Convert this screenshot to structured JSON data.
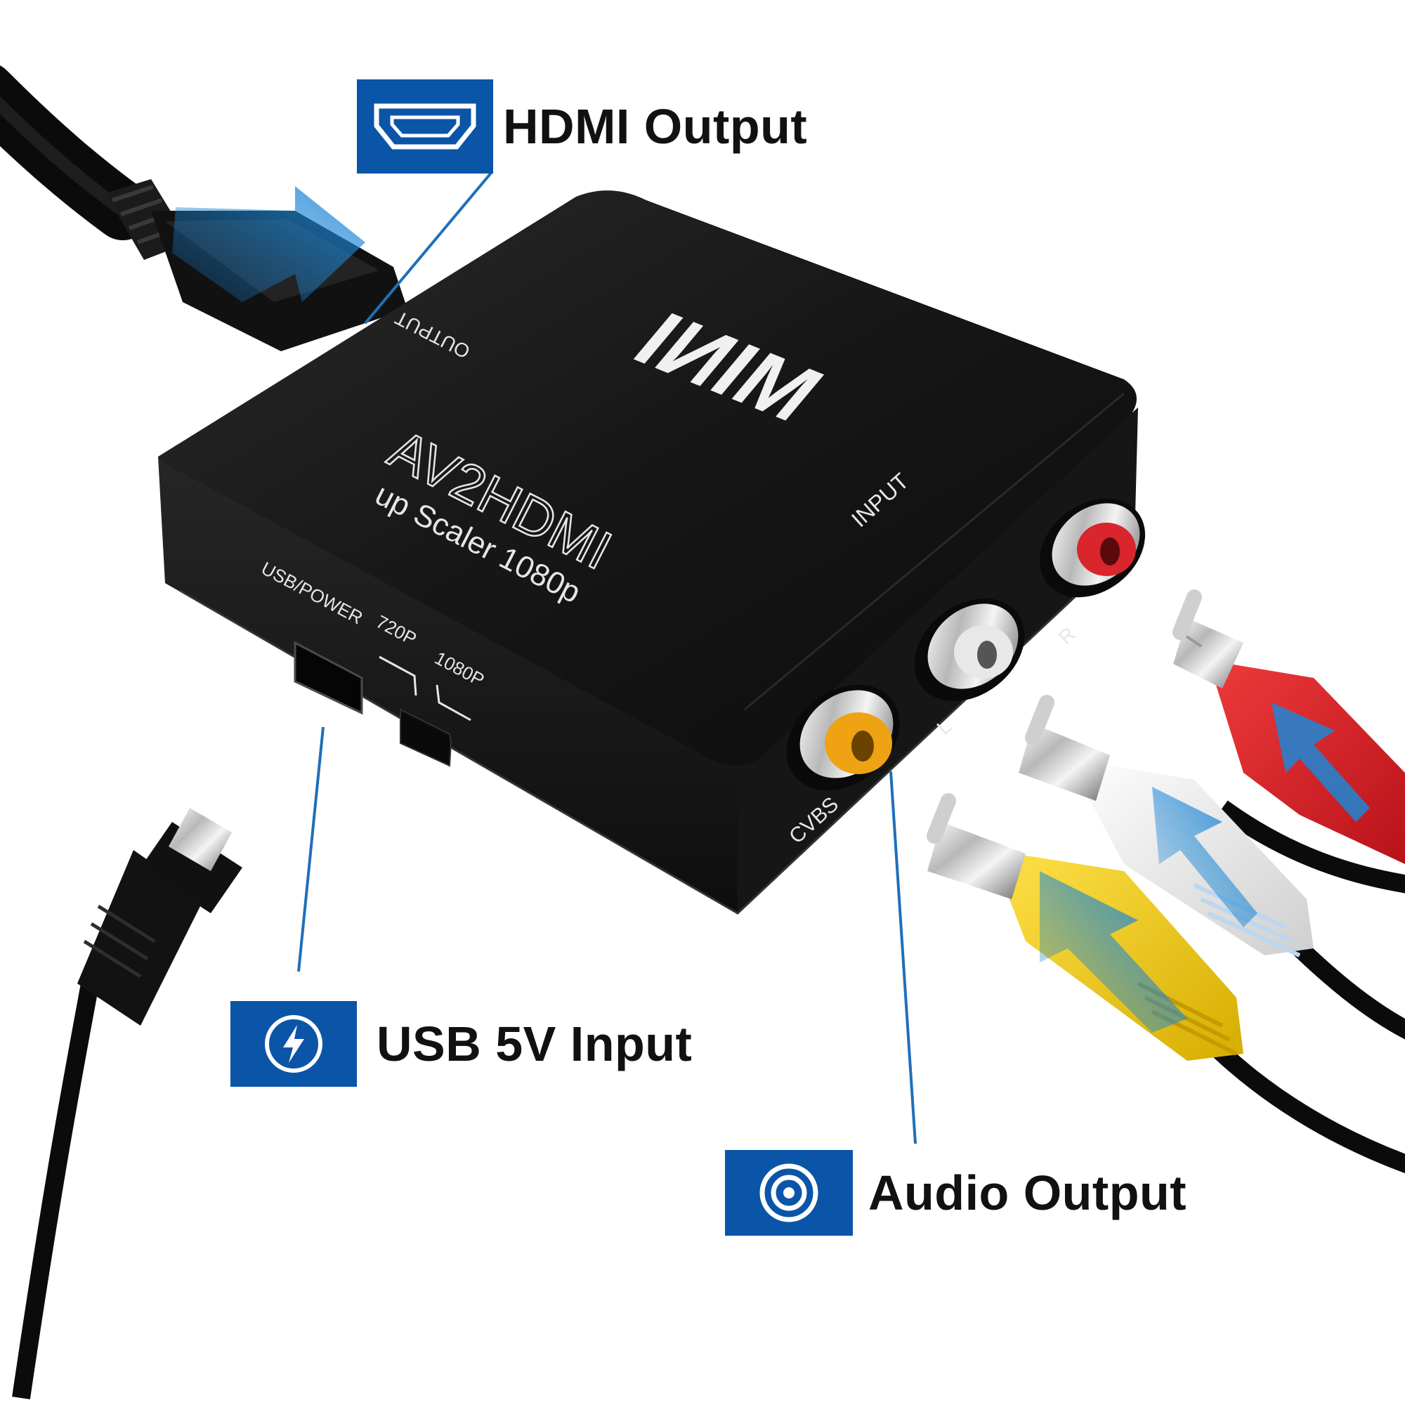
{
  "colors": {
    "badge_blue": "#0a55a8",
    "leader_line": "#1f6fb8",
    "device_body": "#1a1a1a",
    "device_top": "#141414",
    "label_text": "#111111",
    "device_print": "#e6e6e6",
    "rca_red": "#d8262c",
    "rca_white": "#f2f2f2",
    "rca_yellow": "#f2cf1a",
    "arrow_blue": "#1c86d6"
  },
  "callouts": {
    "hdmi": {
      "label": "HDMI Output",
      "icon": "hdmi-port-icon"
    },
    "usb": {
      "label": "USB 5V Input",
      "icon": "lightning-bolt-icon"
    },
    "audio": {
      "label": "Audio Output",
      "icon": "concentric-circles-icon"
    }
  },
  "device": {
    "brand": "MINI",
    "model": "AV2HDMI",
    "subtitle": "up Scaler 1080p",
    "output_port_label": "OUTPUT",
    "input_label": "INPUT",
    "usb_power_label": "USB/POWER",
    "switch_720_label": "720P",
    "switch_1080_label": "1080P",
    "jack_r_label": "R",
    "jack_l_label": "L",
    "jack_cvbs_label": "CVBS"
  }
}
